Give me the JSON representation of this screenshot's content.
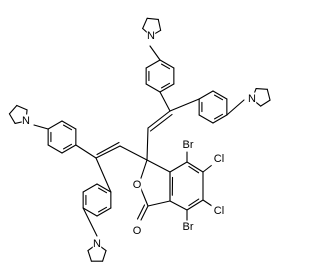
{
  "diagram": {
    "type": "chemical-structure",
    "atom_labels": {
      "nitrogen": "N",
      "oxygen": "O",
      "bromine": "Br",
      "chlorine": "Cl"
    }
  }
}
